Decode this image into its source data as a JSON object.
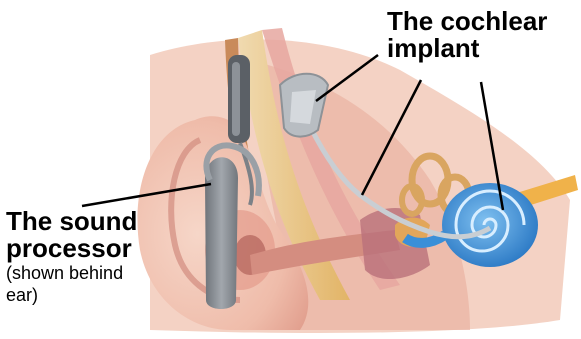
{
  "labels": {
    "implant_line1": "The cochlear",
    "implant_line2": "implant",
    "processor_line1": "The sound",
    "processor_line2": "processor",
    "processor_note_line1": "(shown behind",
    "processor_note_line2": "ear)"
  },
  "colors": {
    "background": "#ffffff",
    "skin": "#f2c7b8",
    "skin_dark": "#d9968c",
    "tissue_pink": "#e9a4a4",
    "bone_tan": "#e8c070",
    "cochlea_blue": "#3a8fd8",
    "device_gray": "#8a8f95",
    "leader_line": "#000000"
  }
}
